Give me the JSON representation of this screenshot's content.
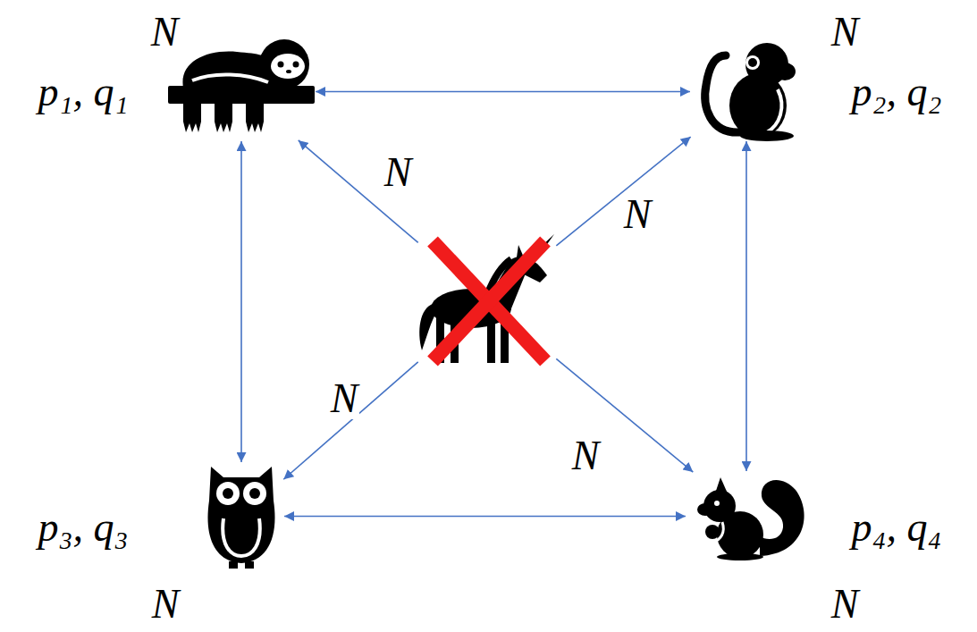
{
  "diagram": {
    "nodes": [
      {
        "text": [
          "N",
          "p₁, q₁"
        ]
      },
      {
        "text": [
          "N",
          "p₂, q₂"
        ]
      },
      {
        "text": []
      },
      {
        "text": [
          "p₃, q₃",
          "N"
        ]
      },
      {
        "text": [
          "p₄, q₄",
          "N"
        ]
      }
    ],
    "edges": [
      {
        "from": 0,
        "to": 1,
        "arrow": "both"
      },
      {
        "from": 0,
        "to": 3,
        "arrow": "both"
      },
      {
        "from": 1,
        "to": 4,
        "arrow": "both"
      },
      {
        "from": 3,
        "to": 4,
        "arrow": "both"
      },
      {
        "from": 2,
        "to": 0,
        "arrow": "to",
        "label": "N"
      },
      {
        "from": 2,
        "to": 1,
        "arrow": "to",
        "label": "N"
      },
      {
        "from": 2,
        "to": 3,
        "arrow": "to",
        "label": "N"
      },
      {
        "from": 2,
        "to": 4,
        "arrow": "to",
        "label": "N"
      }
    ]
  }
}
